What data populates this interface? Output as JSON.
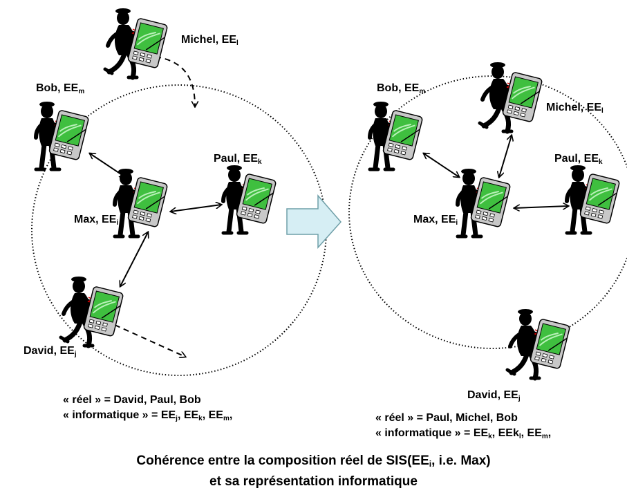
{
  "left_scene": {
    "michel": {
      "name": "Michel, EE",
      "sub": "l"
    },
    "bob": {
      "name": "Bob, EE",
      "sub": "m"
    },
    "paul": {
      "name": "Paul, EE",
      "sub": "k"
    },
    "max": {
      "name": "Max, EE",
      "sub": "i"
    },
    "david": {
      "name": "David, EE",
      "sub": "j"
    },
    "legend": {
      "line1": "« réel » = David, Paul, Bob",
      "line2_prefix": "« informatique » = EE",
      "s1": "j",
      "sep1": ", EE",
      "s2": "k",
      "sep2": ", EE",
      "s3": "m",
      "end": ","
    }
  },
  "right_scene": {
    "bob": {
      "name": "Bob, EE",
      "sub": "m"
    },
    "michel": {
      "name": "Michel, EE",
      "sub": "l"
    },
    "paul": {
      "name": "Paul, EE",
      "sub": "k"
    },
    "max": {
      "name": "Max, EE",
      "sub": "i"
    },
    "david": {
      "name": "David, EE",
      "sub": "j"
    },
    "legend": {
      "line1": "« réel » = Paul, Michel, Bob",
      "line2_prefix": "« informatique » = EE",
      "s1": "k",
      "sep1": ", EEk",
      "s2": "l",
      "sep2": ", EE",
      "s3": "m",
      "end": ","
    }
  },
  "caption": {
    "line1_prefix": "Cohérence entre la composition réel de SIS(EE",
    "line1_sub": "i",
    "line1_suffix": ", i.e. Max)",
    "line2": "et sa représentation informatique"
  },
  "colors": {
    "device_screen": "#3fbf3f",
    "device_body": "#c8c8c8",
    "arrow_fill": "#d6eef4",
    "arrow_stroke": "#6f9fa8"
  }
}
